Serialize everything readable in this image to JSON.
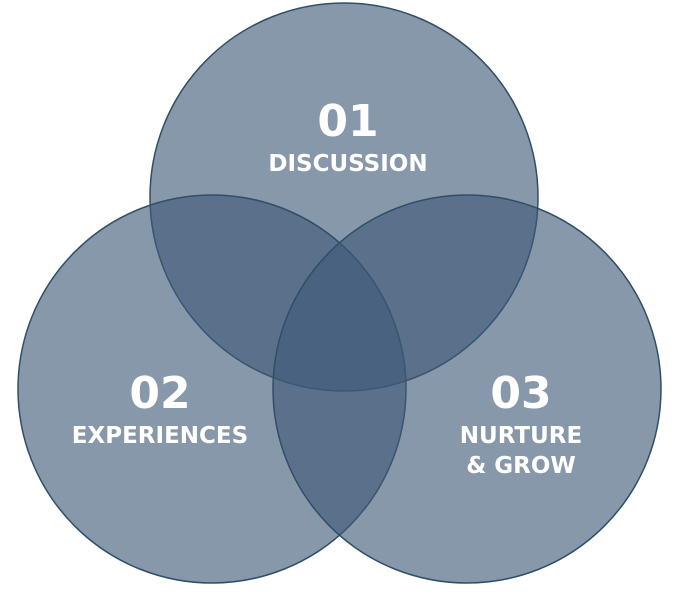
{
  "colors": {
    "fill": "#3f5878",
    "stroke": "#2f4f66",
    "text": "#ffffff"
  },
  "sets": [
    {
      "number": "01",
      "label_lines": [
        "DISCUSSION"
      ]
    },
    {
      "number": "02",
      "label_lines": [
        "EXPERIENCES"
      ]
    },
    {
      "number": "03",
      "label_lines": [
        "NURTURE",
        "& GROW"
      ]
    }
  ]
}
